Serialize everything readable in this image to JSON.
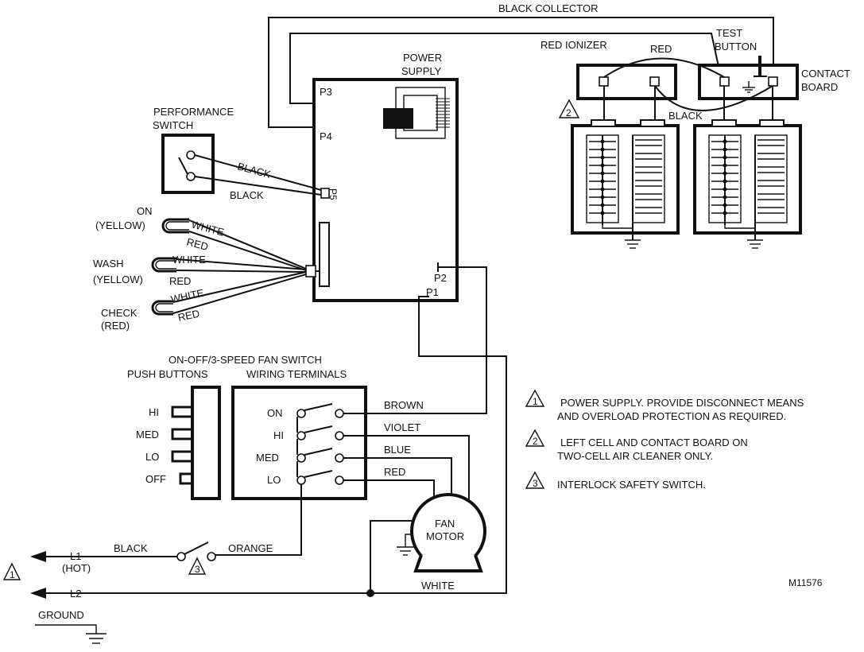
{
  "top": {
    "black_collector": "BLACK COLLECTOR"
  },
  "ionizer": {
    "label": "RED IONIZER",
    "red": "RED",
    "black": "BLACK"
  },
  "test_button": {
    "line1": "TEST",
    "line2": "BUTTON"
  },
  "contact_board": {
    "line1": "CONTACT",
    "line2": "BOARD"
  },
  "power_supply": {
    "line1": "POWER",
    "line2": "SUPPLY",
    "p1": "P1",
    "p2": "P2",
    "p3": "P3",
    "p4": "P4",
    "p5": "P5"
  },
  "performance_switch": {
    "line1": "PERFORMANCE",
    "line2": "SWITCH",
    "wire1": "BLACK",
    "wire2": "BLACK"
  },
  "lights": [
    {
      "name": "ON",
      "color": "(YELLOW)",
      "wire_a": "WHITE",
      "wire_b": "RED"
    },
    {
      "name": "WASH",
      "color": "(YELLOW)",
      "wire_a": "WHITE",
      "wire_b": "RED"
    },
    {
      "name": "CHECK",
      "color": "(RED)",
      "wire_a": "WHITE",
      "wire_b": "RED"
    }
  ],
  "fan_switch": {
    "title": "ON-OFF/3-SPEED FAN SWITCH",
    "push_buttons_label": "PUSH BUTTONS",
    "terminals_label": "WIRING TERMINALS",
    "buttons": [
      "HI",
      "MED",
      "LO",
      "OFF"
    ],
    "terminals": [
      "ON",
      "HI",
      "MED",
      "LO"
    ],
    "wires": [
      "BROWN",
      "VIOLET",
      "BLUE",
      "RED"
    ]
  },
  "fan_motor": {
    "line1": "FAN",
    "line2": "MOTOR",
    "white": "WHITE"
  },
  "mains": {
    "l1": "L1",
    "hot": "(HOT)",
    "l2": "L2",
    "ground": "GROUND",
    "black": "BLACK",
    "orange": "ORANGE"
  },
  "markers": {
    "m1": "1",
    "m2": "2",
    "m3": "3"
  },
  "notes": [
    {
      "num": "1",
      "line1": "POWER SUPPLY.  PROVIDE DISCONNECT MEANS",
      "line2": "AND OVERLOAD PROTECTION AS REQUIRED."
    },
    {
      "num": "2",
      "line1": "LEFT CELL AND CONTACT BOARD ON",
      "line2": "TWO-CELL AIR CLEANER ONLY."
    },
    {
      "num": "3",
      "line1": "INTERLOCK SAFETY SWITCH.",
      "line2": ""
    }
  ],
  "drawing_number": "M11576"
}
